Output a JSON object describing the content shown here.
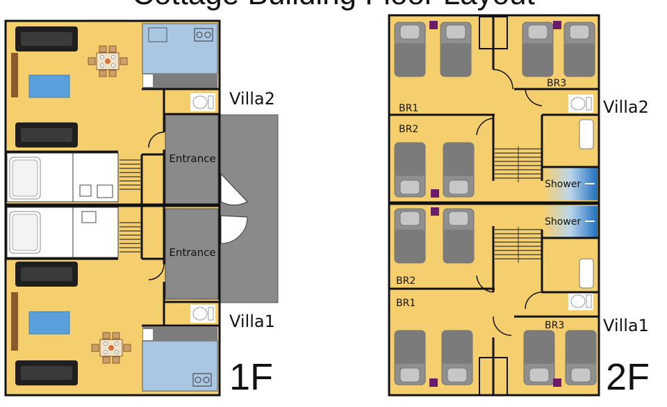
{
  "title": "Cottage Building Floor Layout",
  "floor1": {
    "label": "1F",
    "entrance_top": "Entrance",
    "entrance_bottom": "Entrance",
    "villa_top": "Villa2",
    "villa_bottom": "Villa1"
  },
  "floor2": {
    "label": "2F",
    "villa_top": "Villa2",
    "villa_bottom": "Villa1",
    "rooms": {
      "top_br1": "BR1",
      "top_br2": "BR2",
      "top_br3": "BR3",
      "top_shower": "Shower",
      "bottom_shower": "Shower",
      "bottom_br2": "BR2",
      "bottom_br1": "BR1",
      "bottom_br3": "BR3"
    }
  },
  "colors": {
    "floor": "#f5cf6e",
    "wall": "#111111",
    "bed": "#8f8f8f",
    "kitchen": "#a9c6e2",
    "entrance": "#8a8a8a",
    "shower": "#2f7fc7",
    "purple": "#6b1c6b",
    "wood": "#8a5a2b"
  }
}
